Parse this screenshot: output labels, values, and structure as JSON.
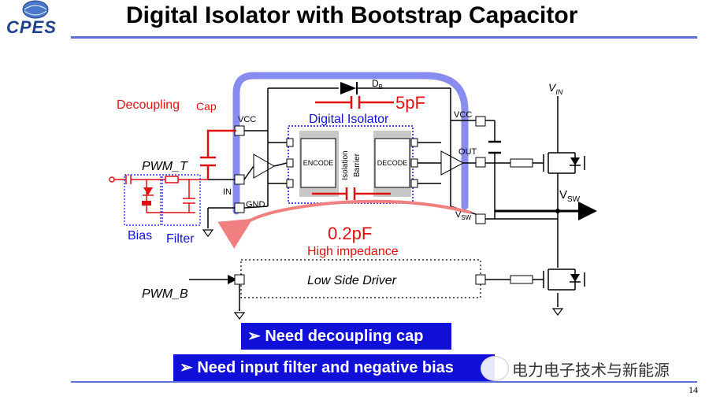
{
  "header": {
    "logo_text": "CPES",
    "title": "Digital Isolator with Bootstrap Capacitor"
  },
  "diagram": {
    "labels": {
      "decoupling": "Decoupling",
      "cap": "Cap",
      "pwm_t": "PWM_T",
      "in": "IN",
      "vcc_left": "VCC",
      "gnd": "GND",
      "bias": "Bias",
      "filter": "Filter",
      "digital_isolator": "Digital Isolator",
      "encode": "ENCODE",
      "decode": "DECODE",
      "isolation": "Isolation",
      "barrier": "Barrier",
      "db_main": "D",
      "db_sub": "B",
      "cap_5pf": "5pF",
      "vcc_right": "VCC",
      "out": "OUT",
      "vsw_right_main": "V",
      "vsw_right_sub": "SW",
      "vin_main": "V",
      "vin_sub": "IN",
      "vsw_main": "V",
      "vsw_sub": "SW",
      "cap_02pf": "0.2pF",
      "high_impedance": "High impedance",
      "low_side_driver": "Low Side Driver",
      "pwm_b": "PWM_B"
    }
  },
  "bullets": [
    {
      "text": "➢ Need decoupling cap"
    },
    {
      "text": "➢ Need input filter and negative bias"
    }
  ],
  "watermark": "电力电子技术与新能源",
  "page_number": "14",
  "colors": {
    "accent_blue": "#1010d8",
    "red": "#e01010",
    "loop_blue": "#7b7ff0",
    "loop_pink": "#f08080"
  }
}
